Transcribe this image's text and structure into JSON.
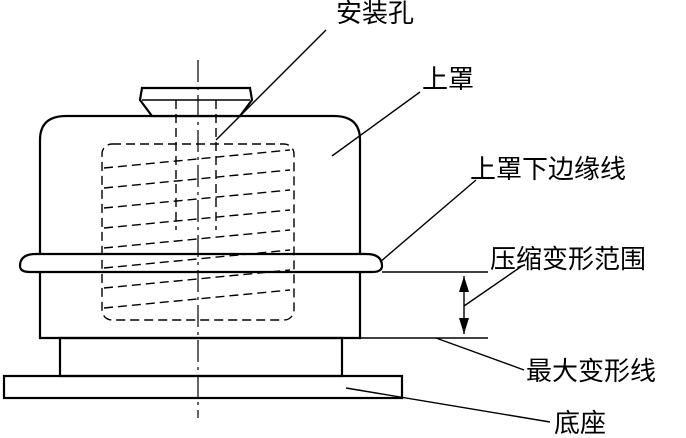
{
  "labels": {
    "mounting_hole": "安装孔",
    "upper_cover": "上罩",
    "upper_cover_lower_edge": "上罩下边缘线",
    "compression_range": "压缩变形范围",
    "max_deformation_line": "最大变形线",
    "base": "底座"
  }
}
